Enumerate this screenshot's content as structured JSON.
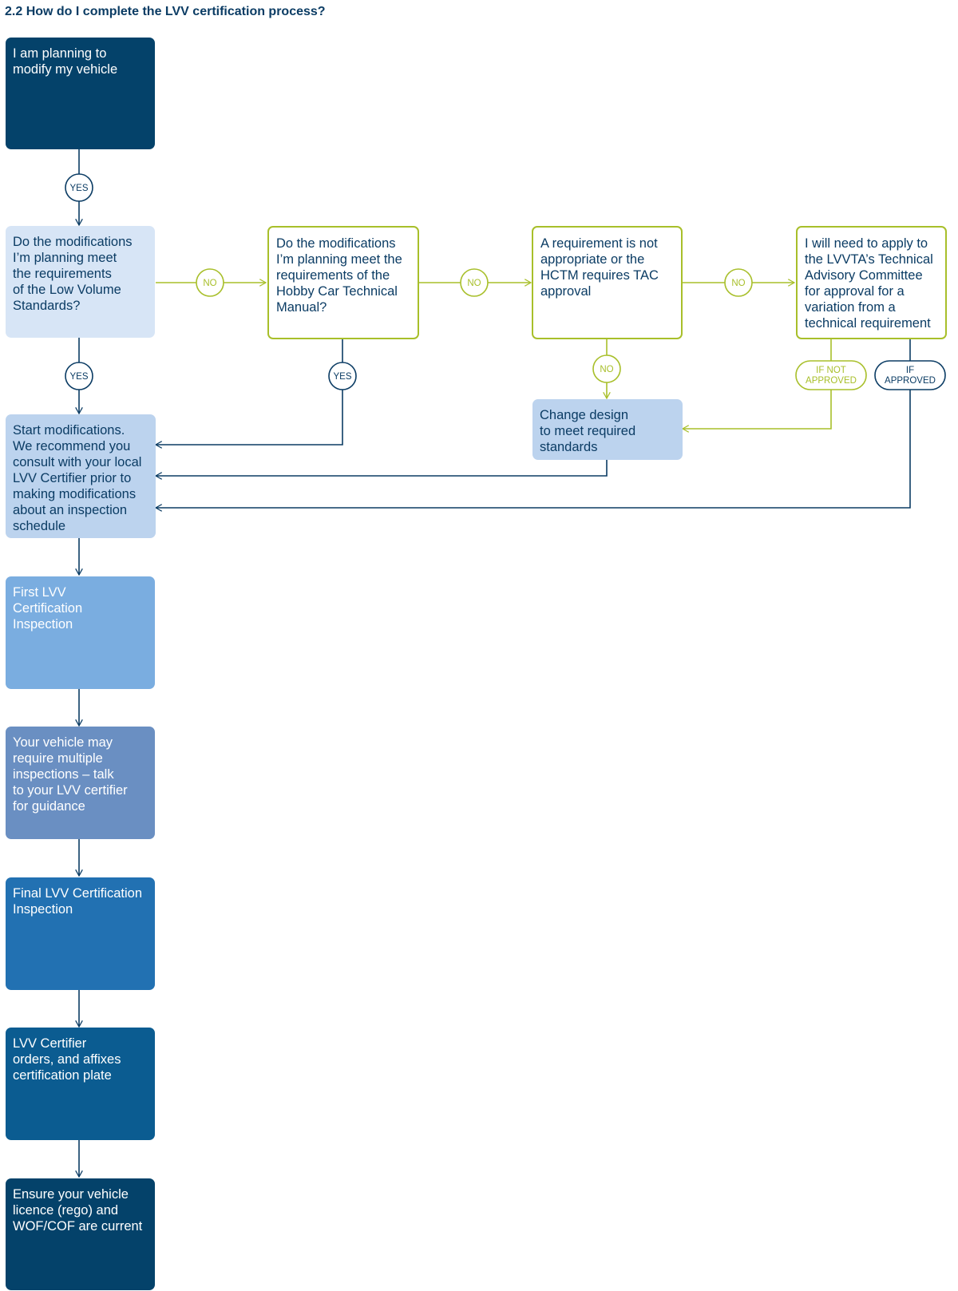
{
  "title": "2.2 How do I complete the LVV certification process?",
  "colors": {
    "navy": "#0b3c64",
    "green": "#a8bf2a",
    "box1": "#04426a",
    "box2": "#d7e5f6",
    "box3": "#bcd3ee",
    "box4": "#7aade0",
    "box5": "#6a8fc2",
    "box6": "#2271b2",
    "box7": "#0b5c91",
    "box8": "#04426a",
    "changeDesign": "#bcd3ee"
  },
  "nodes": {
    "planning": "I am planning to\nmodify my vehicle",
    "lvs_question": "Do the modifications\nI’m planning meet\nthe requirements\nof the Low Volume\nStandards?",
    "hctm_question": "Do the modifications\nI’m planning meet the\nrequirements of the\nHobby Car Technical\nManual?",
    "requirement_not_appropriate": "A requirement is not\nappropriate or the\nHCTM requires TAC\napproval",
    "apply_tac": "I will need to apply to\nthe LVVTA’s Technical\nAdvisory Committee\nfor approval for a\nvariation from a\ntechnical requirement",
    "change_design": "Change design\nto meet required\nstandards",
    "start_modifications": "Start modifications.\nWe recommend you\nconsult with your local\nLVV Certifier prior to\nmaking modifications\nabout an inspection\nschedule",
    "first_inspection": "First LVV\nCertification\nInspection",
    "multiple_inspections": "Your vehicle may\nrequire multiple\ninspections – talk\nto your LVV certifier\nfor guidance",
    "final_inspection": "Final LVV Certification\nInspection",
    "certifier_plate": "LVV Certifier\norders, and affixes\ncertification plate",
    "ensure_current": "Ensure your vehicle\nlicence (rego) and\nWOF/COF are current"
  },
  "labels": {
    "yes": "YES",
    "no": "NO",
    "if_not": "IF NOT",
    "if": "IF",
    "approved": "APPROVED"
  }
}
